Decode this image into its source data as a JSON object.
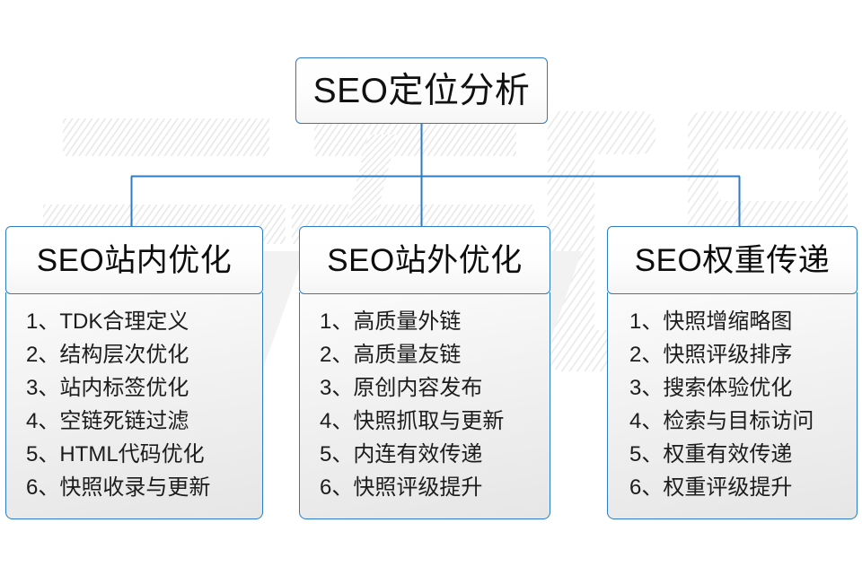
{
  "diagram": {
    "root": {
      "label": "SEO定位分析"
    },
    "branches": [
      {
        "title": "SEO站内优化",
        "items": [
          "1、TDK合理定义",
          "2、结构层次优化",
          "3、站内标签优化",
          "4、空链死链过滤",
          "5、HTML代码优化",
          "6、快照收录与更新"
        ]
      },
      {
        "title": "SEO站外优化",
        "items": [
          "1、高质量外链",
          "2、高质量友链",
          "3、原创内容发布",
          "4、快照抓取与更新",
          "5、内连有效传递",
          "6、快照评级提升"
        ]
      },
      {
        "title": "SEO权重传递",
        "items": [
          "1、快照增缩略图",
          "2、快照评级排序",
          "3、搜索体验优化",
          "4、检索与目标访问",
          "5、权重有效传递",
          "6、权重评级提升"
        ]
      }
    ],
    "watermark": {
      "text": "云无限",
      "color": "#ebebeb"
    },
    "colors": {
      "border": "#2c7cc4",
      "connector": "#2c7cc4",
      "text": "#111111",
      "panel_top": "#fbfbfb",
      "panel_bottom": "#e6e6e6"
    }
  }
}
